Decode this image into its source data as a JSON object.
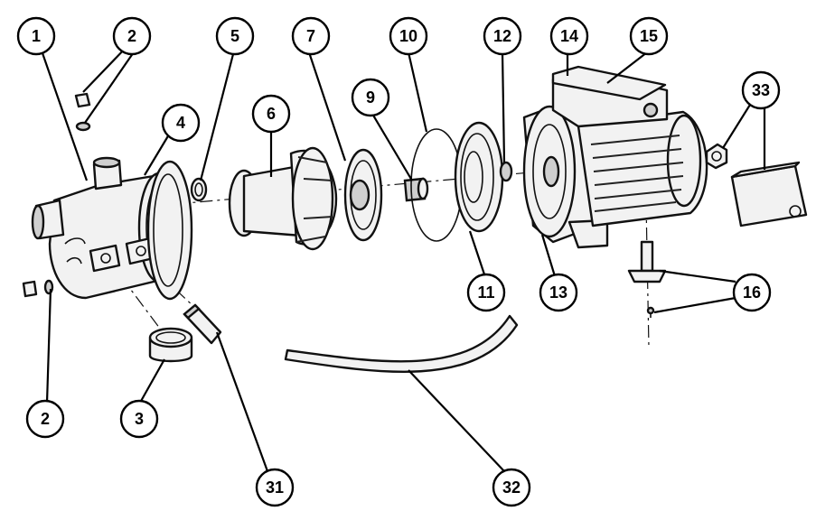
{
  "callouts": [
    {
      "key": "c1",
      "label": "1"
    },
    {
      "key": "c2a",
      "label": "2"
    },
    {
      "key": "c2b",
      "label": "2"
    },
    {
      "key": "c3",
      "label": "3"
    },
    {
      "key": "c4",
      "label": "4"
    },
    {
      "key": "c5",
      "label": "5"
    },
    {
      "key": "c6",
      "label": "6"
    },
    {
      "key": "c7",
      "label": "7"
    },
    {
      "key": "c9",
      "label": "9"
    },
    {
      "key": "c10",
      "label": "10"
    },
    {
      "key": "c11",
      "label": "11"
    },
    {
      "key": "c12",
      "label": "12"
    },
    {
      "key": "c13",
      "label": "13"
    },
    {
      "key": "c14",
      "label": "14"
    },
    {
      "key": "c15",
      "label": "15"
    },
    {
      "key": "c16",
      "label": "16"
    },
    {
      "key": "c31",
      "label": "31"
    },
    {
      "key": "c32",
      "label": "32"
    },
    {
      "key": "c33",
      "label": "33"
    }
  ]
}
